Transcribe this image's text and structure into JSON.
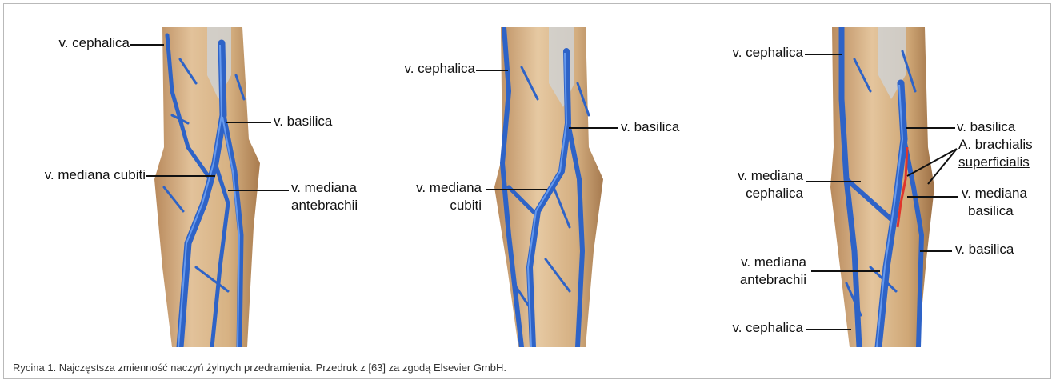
{
  "figure": {
    "caption": "Rycina 1. Najczęstsza zmienność naczyń żylnych przedramienia. Przedruk z [63] za zgodą Elsevier GmbH.",
    "colors": {
      "skin": "#d9b58a",
      "skin_dark": "#b98a5c",
      "vein": "#2e63c7",
      "vein_light": "#7fb2ff",
      "artery": "#e0342c",
      "label": "#111111"
    }
  },
  "panels": [
    {
      "labels": {
        "cephalica_top": "v. cephalica",
        "basilica": "v. basilica",
        "mediana_cubiti": "v. mediana cubiti",
        "mediana_antebrachii_1": "v. mediana",
        "mediana_antebrachii_2": "antebrachii"
      }
    },
    {
      "labels": {
        "cephalica_top": "v. cephalica",
        "basilica": "v. basilica",
        "mediana_cubiti_1": "v. mediana",
        "mediana_cubiti_2": "cubiti"
      }
    },
    {
      "labels": {
        "cephalica_top": "v. cephalica",
        "basilica_top": "v. basilica",
        "arteria_1": "A. brachialis",
        "arteria_2": "superficialis",
        "mediana_cephalica_1": "v. mediana",
        "mediana_cephalica_2": "cephalica",
        "mediana_basilica_1": "v. mediana",
        "mediana_basilica_2": "basilica",
        "mediana_antebrachii_1": "v. mediana",
        "mediana_antebrachii_2": "antebrachii",
        "basilica_bottom": "v. basilica",
        "cephalica_bottom": "v. cephalica"
      }
    }
  ]
}
